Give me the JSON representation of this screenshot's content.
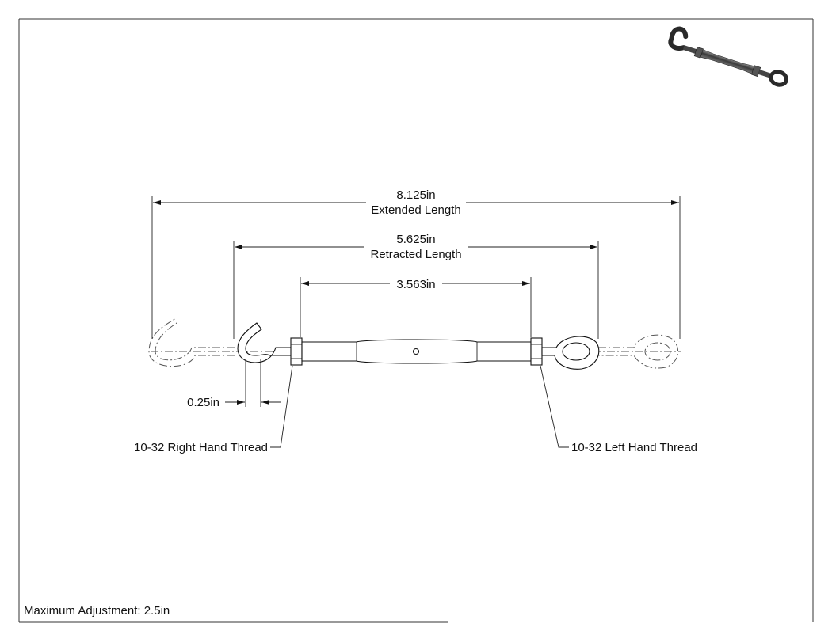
{
  "drawing": {
    "dimensions": {
      "extended": {
        "value": "8.125in",
        "label": "Extended Length"
      },
      "retracted": {
        "value": "5.625in",
        "label": "Retracted Length"
      },
      "body": {
        "value": "3.563in"
      },
      "hook_gap": {
        "value": "0.25in"
      }
    },
    "callouts": {
      "right_thread": "10-32 Right Hand Thread",
      "left_thread": "10-32 Left Hand Thread"
    },
    "note": "Maximum Adjustment: 2.5in"
  }
}
